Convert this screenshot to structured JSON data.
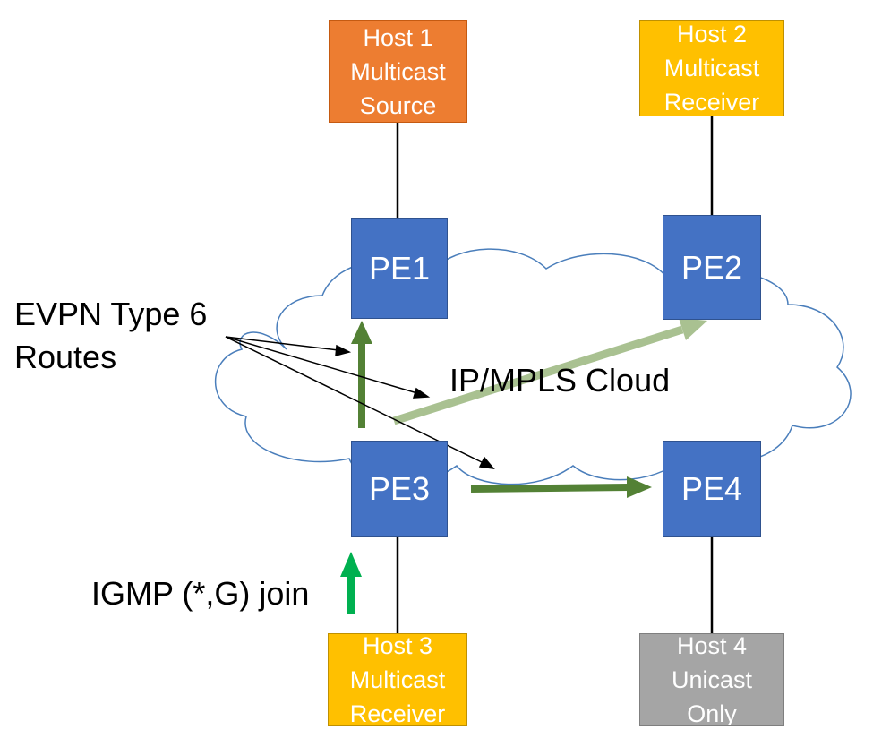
{
  "hosts": [
    {
      "id": "host1",
      "lines": [
        "Host 1",
        "Multicast",
        "Source"
      ],
      "fill": "#ed7d31",
      "border": "#c55a11"
    },
    {
      "id": "host2",
      "lines": [
        "Host 2",
        "Multicast",
        "Receiver"
      ],
      "fill": "#ffc000",
      "border": "#bf9000"
    },
    {
      "id": "host3",
      "lines": [
        "Host 3",
        "Multicast",
        "Receiver"
      ],
      "fill": "#ffc000",
      "border": "#bf9000"
    },
    {
      "id": "host4",
      "lines": [
        "Host 4",
        "Unicast",
        "Only"
      ],
      "fill": "#a5a5a5",
      "border": "#7f7f7f"
    }
  ],
  "routers": {
    "pe1": "PE1",
    "pe2": "PE2",
    "pe3": "PE3",
    "pe4": "PE4"
  },
  "labels": {
    "cloud": "IP/MPLS Cloud",
    "evpn_line1": "EVPN Type 6",
    "evpn_line2": "Routes",
    "igmp": "IGMP (*,G) join"
  },
  "colors": {
    "router_fill": "#4472c4",
    "cloud_outline": "#4a7ebb",
    "arrow_dark_green": "#538135",
    "arrow_light_green": "#a9c191",
    "igmp_arrow_green": "#00b050"
  }
}
